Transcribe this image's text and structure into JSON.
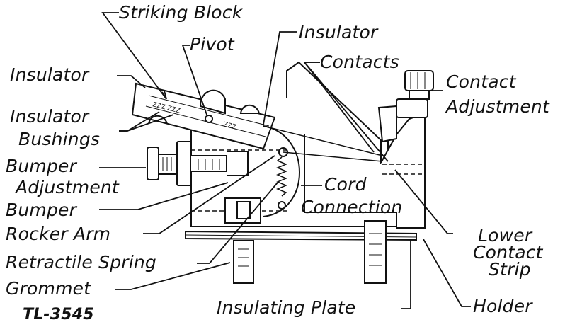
{
  "labels": {
    "striking_block": "Striking Block",
    "pivot": "Pivot",
    "insulator_top": "Insulator",
    "insulator_left": "Insulator",
    "contacts": "Contacts",
    "contact_adjustment_1": "Contact",
    "contact_adjustment_2": "Adjustment",
    "insulator_bushings_1": "Insulator",
    "insulator_bushings_2": "Bushings",
    "bumper_adjustment_1": "Bumper",
    "bumper_adjustment_2": "Adjustment",
    "bumper": "Bumper",
    "rocker_arm": "Rocker Arm",
    "retractile_spring": "Retractile Spring",
    "grommet": "Grommet",
    "cord_connection_1": "Cord",
    "cord_connection_2": "Connection",
    "lower_contact_strip_1": "Lower",
    "lower_contact_strip_2": "Contact",
    "lower_contact_strip_3": "Strip",
    "holder": "Holder",
    "insulating_plate": "Insulating Plate"
  },
  "figure_code": "TL-3545"
}
